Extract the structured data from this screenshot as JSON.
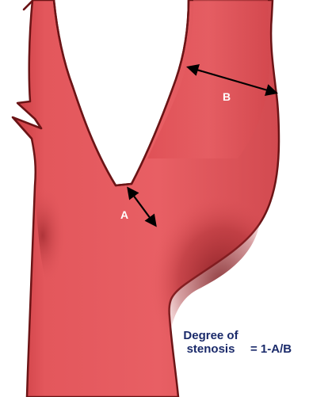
{
  "labels": {
    "a": "A",
    "b": "B"
  },
  "formula": {
    "term_line1": "Degree of",
    "term_line2": "stenosis",
    "equals": "= 1-A/B"
  },
  "colors": {
    "vessel_fill": "#e3575c",
    "vessel_outline": "#6b1416",
    "vessel_shadow": "#8f2327",
    "arrow": "#000000",
    "label_text": "#ffffff",
    "formula_text": "#1a2a6a"
  }
}
